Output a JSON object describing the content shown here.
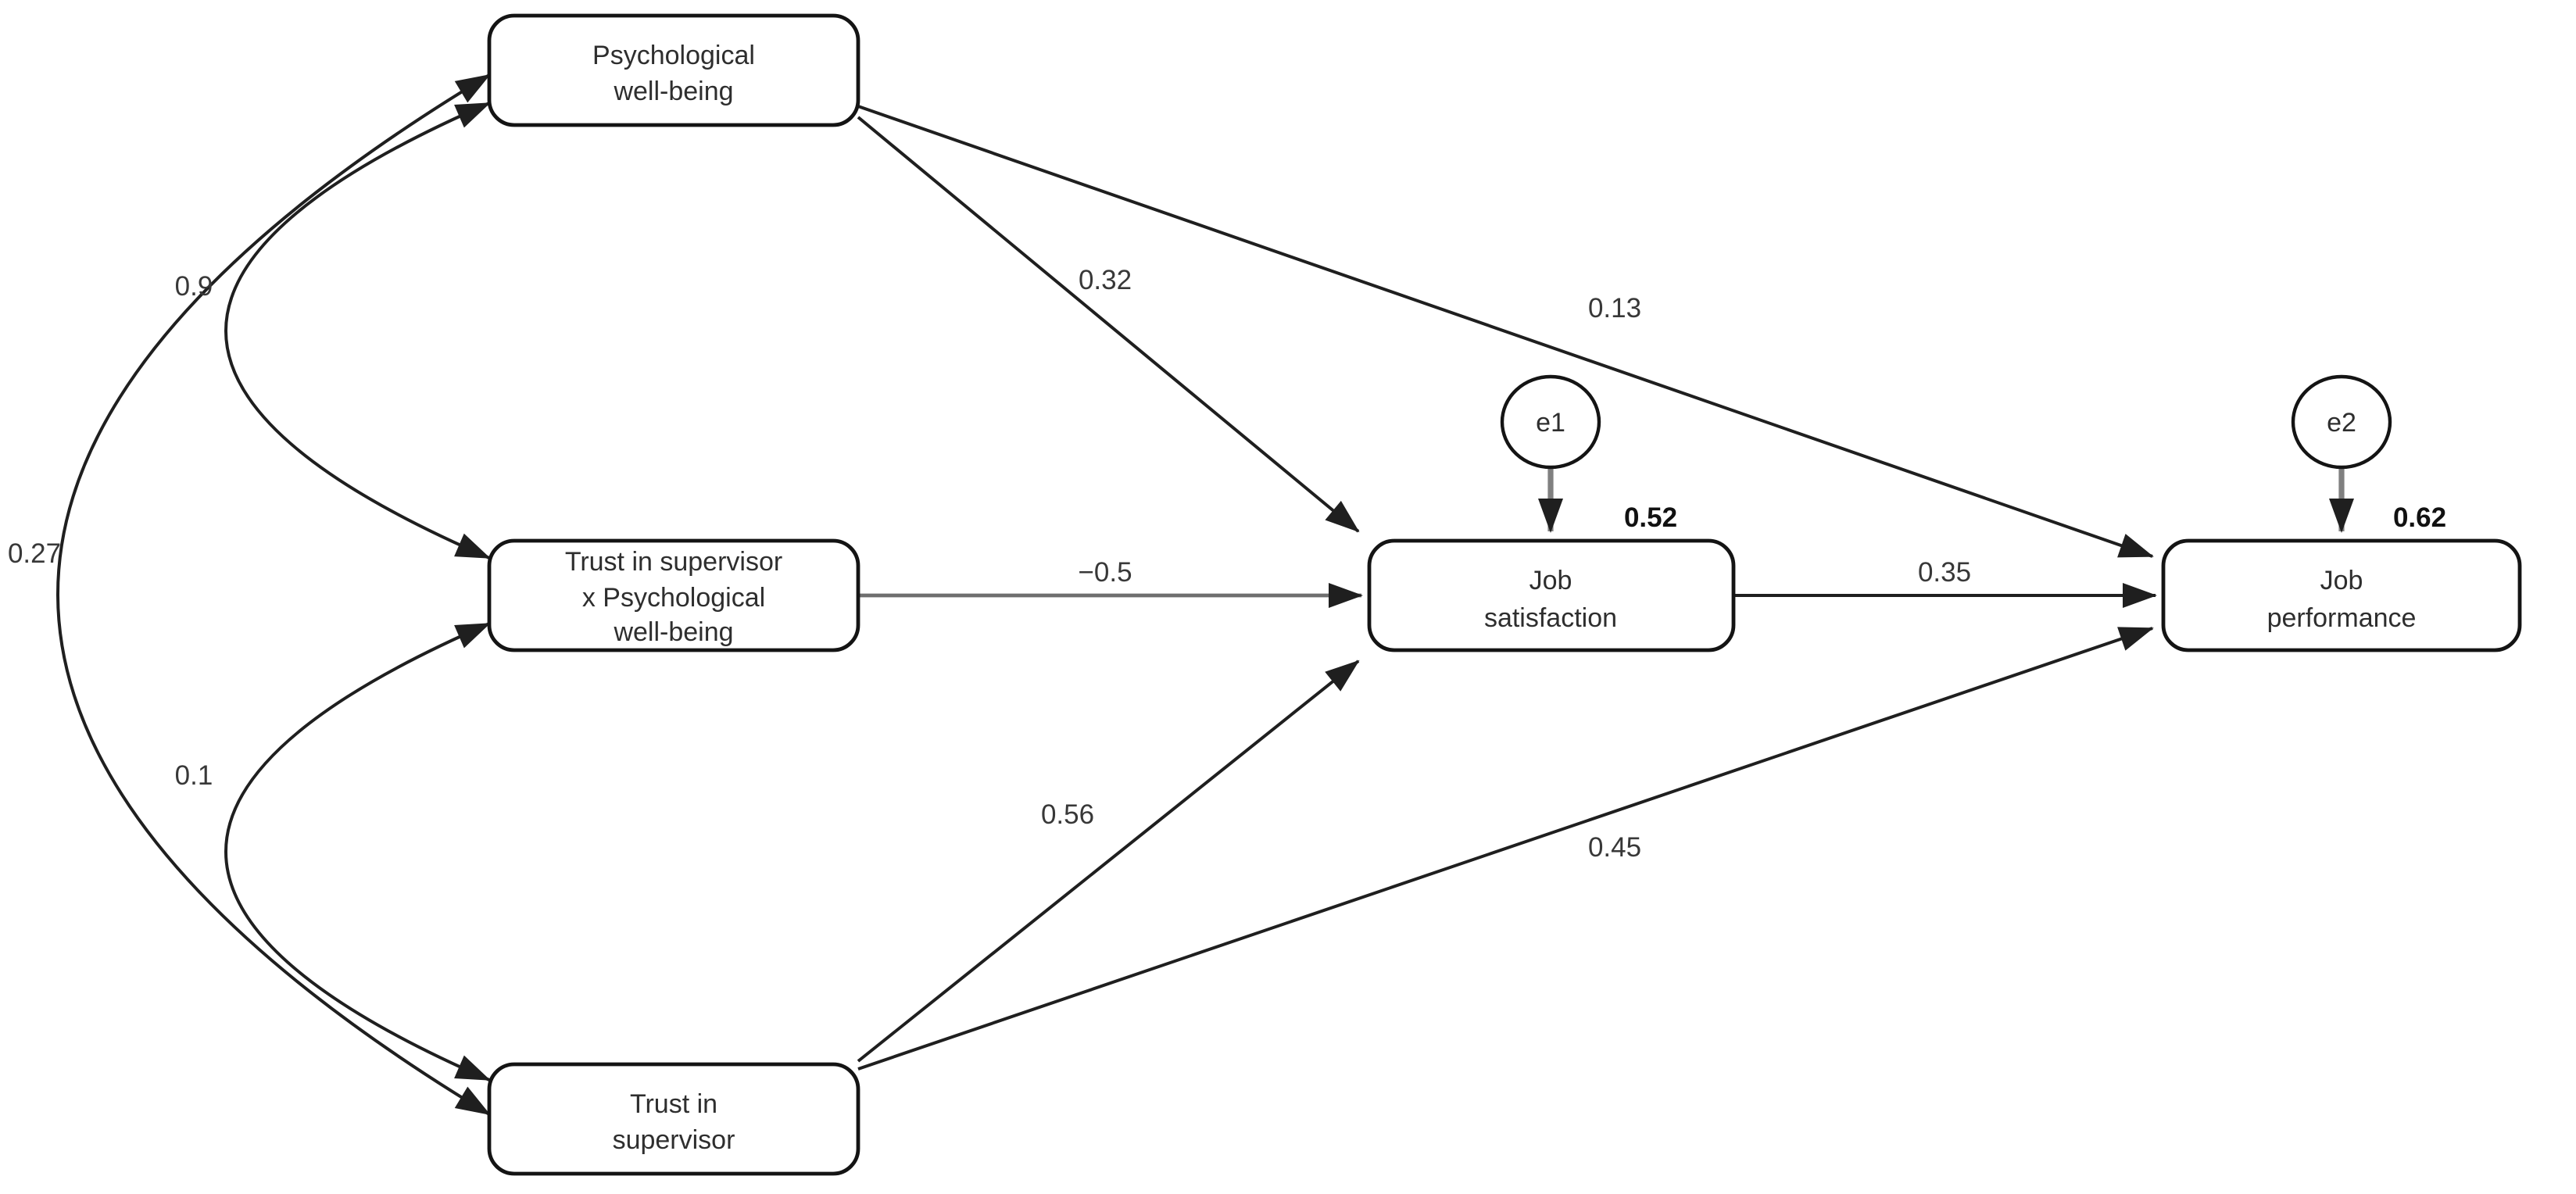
{
  "diagram": {
    "type": "structural-equation-path-model",
    "nodes": [
      {
        "id": "psychological-well-being",
        "shape": "rounded-rect",
        "lines": [
          "Psychological",
          "well-being"
        ]
      },
      {
        "id": "trust-x-wellbeing-interaction",
        "shape": "rounded-rect",
        "lines": [
          "Trust in supervisor",
          "x  Psychological",
          "well-being"
        ]
      },
      {
        "id": "trust-in-supervisor",
        "shape": "rounded-rect",
        "lines": [
          "Trust in",
          "supervisor"
        ]
      },
      {
        "id": "job-satisfaction",
        "shape": "rounded-rect",
        "lines": [
          "Job",
          "satisfaction"
        ],
        "variance_explained": "0.52"
      },
      {
        "id": "job-performance",
        "shape": "rounded-rect",
        "lines": [
          "Job",
          "performance"
        ],
        "variance_explained": "0.62"
      }
    ],
    "error_terms": [
      {
        "id": "e1",
        "label": "e1",
        "points_to": "job-satisfaction"
      },
      {
        "id": "e2",
        "label": "e2",
        "points_to": "job-performance"
      }
    ],
    "paths": [
      {
        "from": "psychological-well-being",
        "to": "job-satisfaction",
        "coefficient": "0.32"
      },
      {
        "from": "psychological-well-being",
        "to": "job-performance",
        "coefficient": "0.13"
      },
      {
        "from": "trust-x-wellbeing-interaction",
        "to": "job-satisfaction",
        "coefficient": "−0.5"
      },
      {
        "from": "trust-in-supervisor",
        "to": "job-satisfaction",
        "coefficient": "0.56"
      },
      {
        "from": "trust-in-supervisor",
        "to": "job-performance",
        "coefficient": "0.45"
      },
      {
        "from": "job-satisfaction",
        "to": "job-performance",
        "coefficient": "0.35"
      }
    ],
    "covariances": [
      {
        "between": [
          "psychological-well-being",
          "trust-in-supervisor"
        ],
        "value": "0.27"
      },
      {
        "between": [
          "psychological-well-being",
          "trust-x-wellbeing-interaction"
        ],
        "value": "0.9"
      },
      {
        "between": [
          "trust-x-wellbeing-interaction",
          "trust-in-supervisor"
        ],
        "value": "0.1"
      }
    ],
    "colors": {
      "background": "#ffffff",
      "node_fill": "#ffffff",
      "node_border": "#141414",
      "line": "#1f1f1f",
      "negative_path_line": "#6e6e6e",
      "error_arrow_shaft": "#808080",
      "text": "#2e2e2e"
    }
  }
}
